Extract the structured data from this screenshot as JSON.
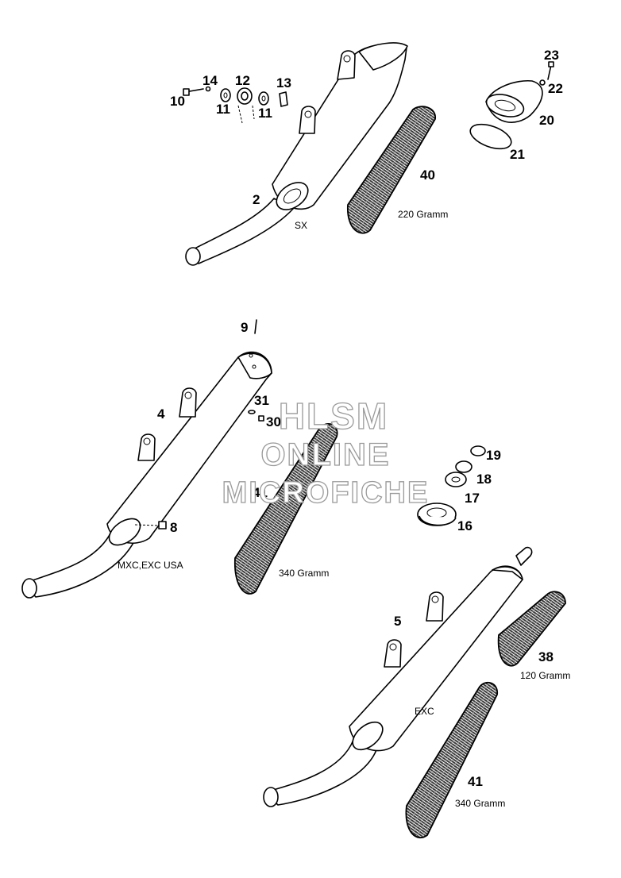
{
  "diagram": {
    "watermark": {
      "line1": "HLSM",
      "line2": "ONLINE",
      "line3": "MICROFICHE"
    },
    "colors": {
      "line": "#000000",
      "background": "#ffffff",
      "watermark_outline": "#9a9a9a"
    },
    "labels": {
      "n10": "10",
      "n14": "14",
      "n11a": "11",
      "n12": "12",
      "n11b": "11",
      "n13": "13",
      "n2": "2",
      "sx": "SX",
      "n40": "40",
      "gram220": "220 Gramm",
      "n23": "23",
      "n22": "22",
      "n20": "20",
      "n21": "21",
      "n9": "9",
      "n4": "4",
      "n31": "31",
      "n30": "30",
      "n41a": "41",
      "n8": "8",
      "mxc": "MXC,EXC USA",
      "gram340a": "340 Gramm",
      "n19": "19",
      "n18": "18",
      "n17": "17",
      "n16": "16",
      "n5": "5",
      "exc": "EXC",
      "n38": "38",
      "gram120": "120 Gramm",
      "n41b": "41",
      "gram340b": "340 Gramm"
    }
  }
}
